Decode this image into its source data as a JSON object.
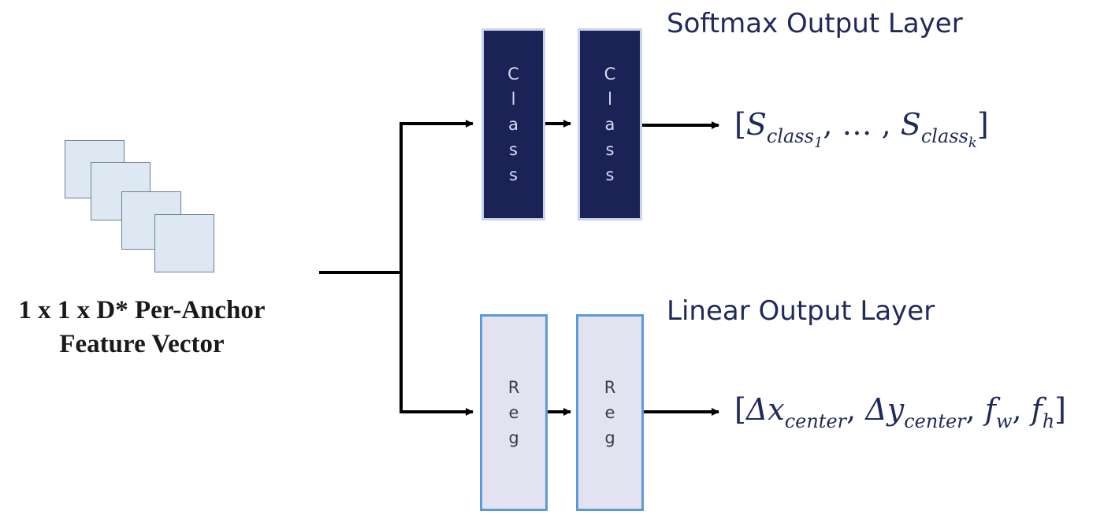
{
  "input": {
    "label_line1": "1 x 1 x D* Per-Anchor",
    "label_line2": "Feature Vector"
  },
  "classification": {
    "title": "Softmax Output Layer",
    "block_label": "Class",
    "output": {
      "open": "[",
      "s1": "S",
      "s1_sub": "class",
      "s1_sub2": "1",
      "middle": ", … , ",
      "sk": "S",
      "sk_sub": "class",
      "sk_sub2": "k",
      "close": "]"
    }
  },
  "regression": {
    "title": "Linear Output Layer",
    "block_label": "Reg",
    "output": {
      "open": "[",
      "dx": "Δx",
      "dx_sub": "center",
      "sep1": ", ",
      "dy": "Δy",
      "dy_sub": "center",
      "sep2": ", ",
      "fw": "f",
      "fw_sub": "w",
      "sep3": ", ",
      "fh": "f",
      "fh_sub": "h",
      "close": "]"
    }
  },
  "colors": {
    "class_block": "#1b2256",
    "reg_block": "#e2e2f0",
    "reg_border": "#5b9ad9",
    "text_navy": "#1f2a5a",
    "feature_square": "#dde8f3"
  }
}
